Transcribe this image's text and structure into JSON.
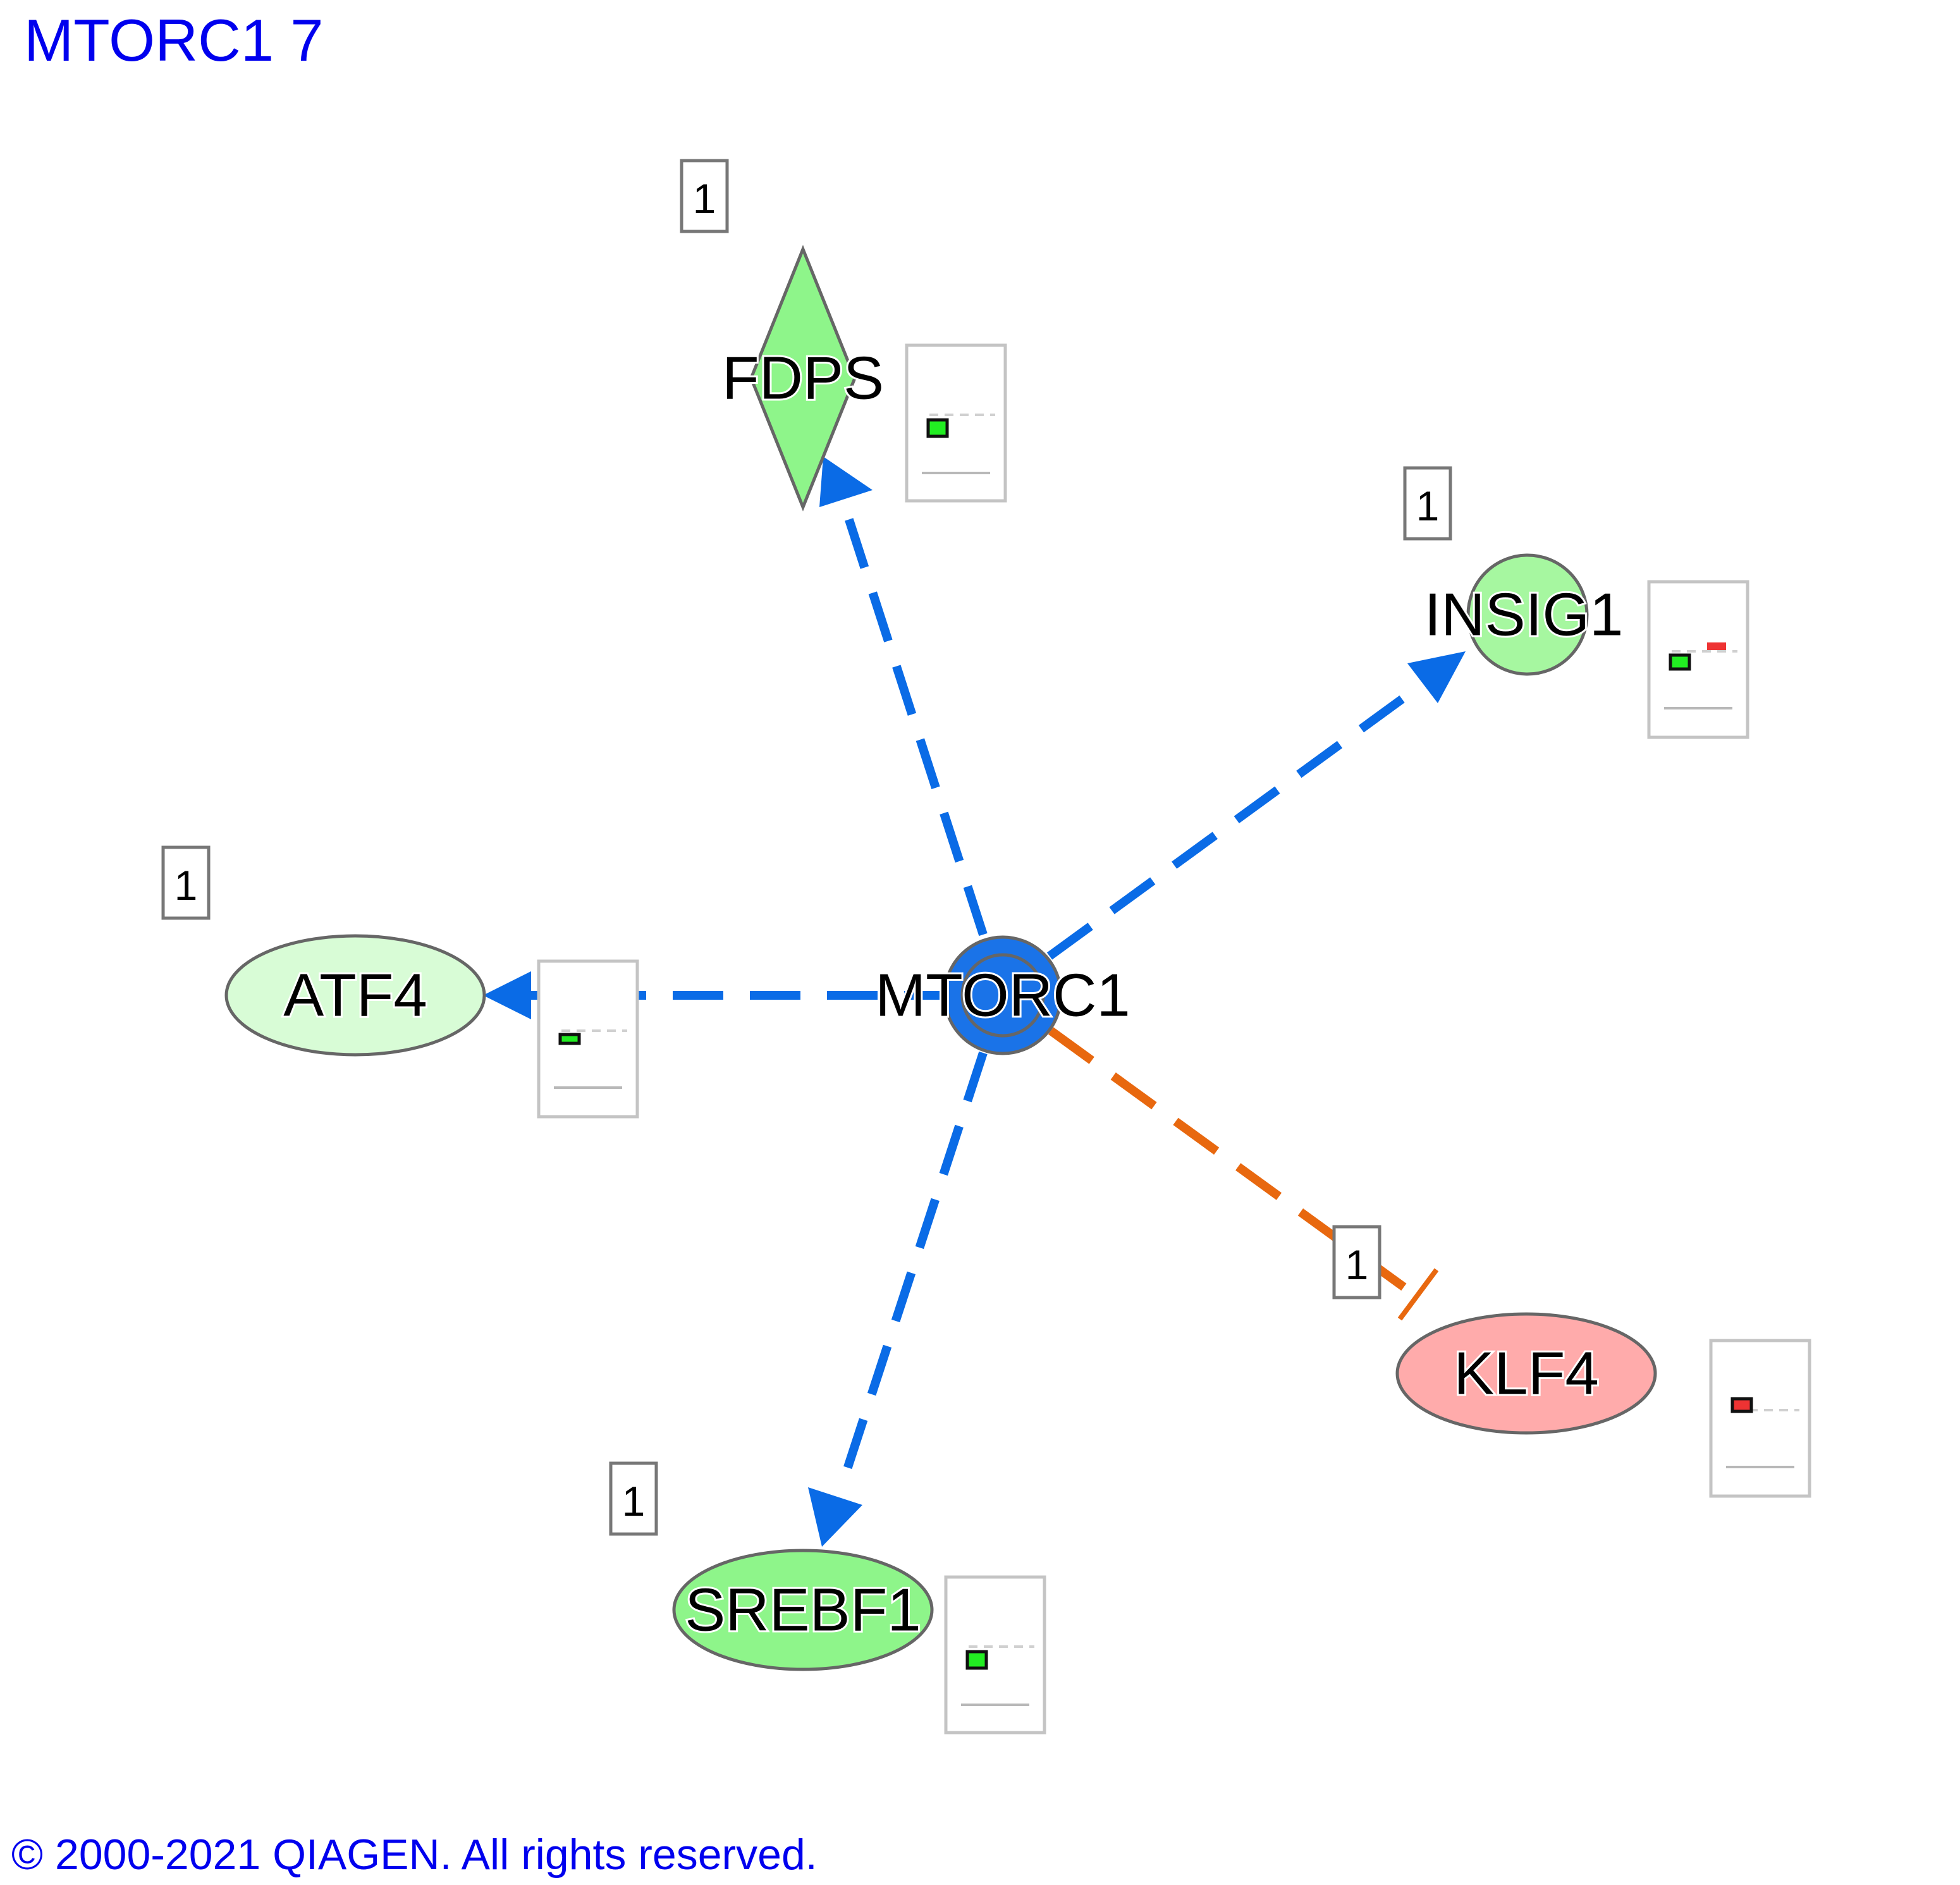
{
  "title": "MTORC1 7",
  "footer": "© 2000-2021 QIAGEN. All rights reserved.",
  "colors": {
    "link_blue": "#0a6be6",
    "link_orange": "#e8680f",
    "title_blue": "#0000ee"
  },
  "nodes": {
    "mtorc1": {
      "label": "MTORC1",
      "shape": "complex-circle",
      "fill": "#1a73e8"
    },
    "fdps": {
      "label": "FDPS",
      "shape": "diamond",
      "fill": "#8ef58a",
      "count": "1",
      "measurement": "down"
    },
    "insig1": {
      "label": "INSIG1",
      "shape": "circle",
      "fill": "#a6f7a0",
      "count": "1",
      "measurement": "down"
    },
    "atf4": {
      "label": "ATF4",
      "shape": "ellipse",
      "fill": "#d8fcd6",
      "count": "1",
      "measurement": "down"
    },
    "klf4": {
      "label": "KLF4",
      "shape": "ellipse",
      "fill": "#ffabab",
      "count": "1",
      "measurement": "up"
    },
    "srebf1": {
      "label": "SREBF1",
      "shape": "ellipse",
      "fill": "#8ef58a",
      "count": "1",
      "measurement": "down"
    }
  },
  "edges": [
    {
      "from": "MTORC1",
      "to": "FDPS",
      "type": "predicted-activation",
      "color": "#0a6be6"
    },
    {
      "from": "MTORC1",
      "to": "INSIG1",
      "type": "predicted-activation",
      "color": "#0a6be6"
    },
    {
      "from": "MTORC1",
      "to": "ATF4",
      "type": "predicted-activation",
      "color": "#0a6be6"
    },
    {
      "from": "MTORC1",
      "to": "SREBF1",
      "type": "predicted-activation",
      "color": "#0a6be6"
    },
    {
      "from": "MTORC1",
      "to": "KLF4",
      "type": "predicted-inhibition",
      "color": "#e8680f"
    }
  ]
}
